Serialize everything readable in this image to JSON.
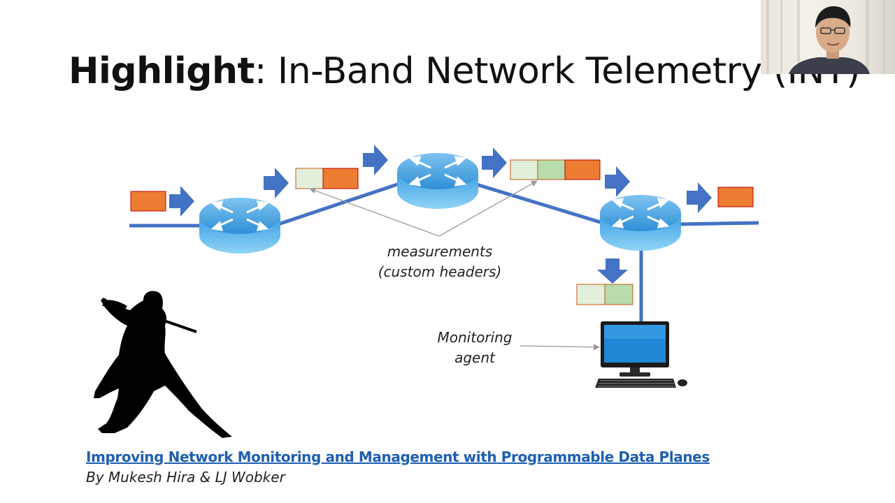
{
  "slide": {
    "title_highlight": "Highlight",
    "title_rest": ": In-Band Network Telemetry (INT)"
  },
  "diagram": {
    "measurements_line1": "measurements",
    "measurements_line2": "(custom headers)",
    "monitoring_line1": "Monitoring",
    "monitoring_line2": "agent"
  },
  "reference": {
    "link_text": "Improving Network Monitoring and Management with Programmable Data Planes",
    "authors": "By Mukesh Hira & LJ Wobker"
  },
  "colors": {
    "link_blue": "#1f5fb0",
    "arrow_blue": "#4472c4",
    "packet_orange": "#ed7d31",
    "header_light_green": "#e2efda",
    "header_green": "#b8dcab",
    "line_blue": "#4472c4"
  }
}
